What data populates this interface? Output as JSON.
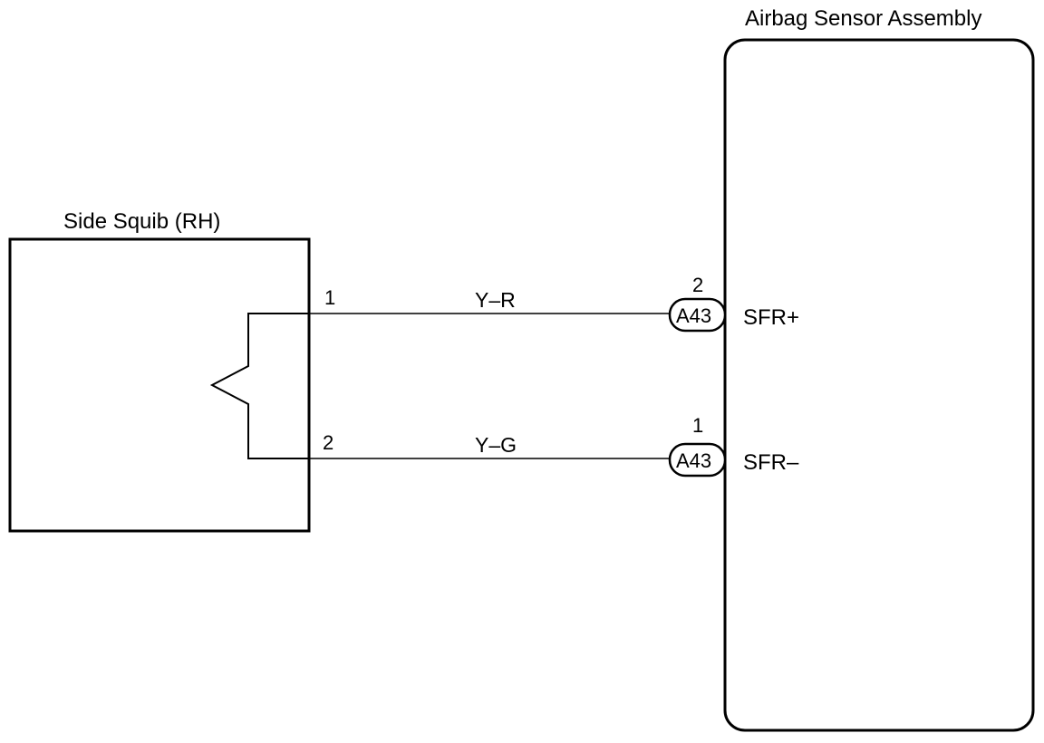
{
  "squib": {
    "title": "Side Squib (RH)",
    "pin_top": "1",
    "pin_bottom": "2"
  },
  "sensor": {
    "title": "Airbag Sensor Assembly",
    "terminal_plus": "SFR+",
    "terminal_minus": "SFR–"
  },
  "wires": [
    {
      "color_code": "Y–R",
      "connector": "A43",
      "connector_pin": "2"
    },
    {
      "color_code": "Y–G",
      "connector": "A43",
      "connector_pin": "1"
    }
  ]
}
